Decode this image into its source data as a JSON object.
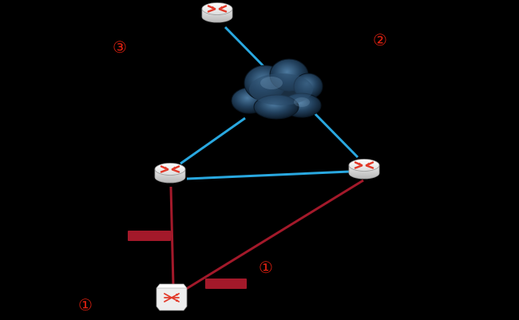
{
  "colors": {
    "background": "#000000",
    "lan_link": "#29a8e0",
    "wan_link": "#a3192a",
    "marker": "#e02010",
    "router_body": "#f2f2f2",
    "router_arrows": "#e23a2a",
    "cloud": "#1f3a55"
  },
  "nodes": [
    {
      "id": "router-top",
      "kind": "router"
    },
    {
      "id": "router-left",
      "kind": "router"
    },
    {
      "id": "router-right",
      "kind": "router"
    },
    {
      "id": "switch-bottom",
      "kind": "switch"
    },
    {
      "id": "cloud",
      "kind": "cloud"
    }
  ],
  "links": [
    {
      "from": "router-top",
      "to": "cloud",
      "type": "lan"
    },
    {
      "from": "cloud",
      "to": "router-left",
      "type": "lan"
    },
    {
      "from": "cloud",
      "to": "router-right",
      "type": "lan"
    },
    {
      "from": "router-left",
      "to": "router-right",
      "type": "lan"
    },
    {
      "from": "router-left",
      "to": "switch-bottom",
      "type": "wan"
    },
    {
      "from": "router-right",
      "to": "switch-bottom",
      "type": "wan"
    }
  ],
  "markers": [
    {
      "id": "marker-top-left",
      "text": "③"
    },
    {
      "id": "marker-top-right",
      "text": "②"
    },
    {
      "id": "marker-middle",
      "text": "①"
    },
    {
      "id": "marker-bottom-left",
      "text": "①"
    }
  ],
  "link_labels": [
    {
      "id": "label-vertical-link",
      "on": "router-left-switch"
    },
    {
      "id": "label-diagonal-link",
      "on": "router-right-switch"
    }
  ]
}
